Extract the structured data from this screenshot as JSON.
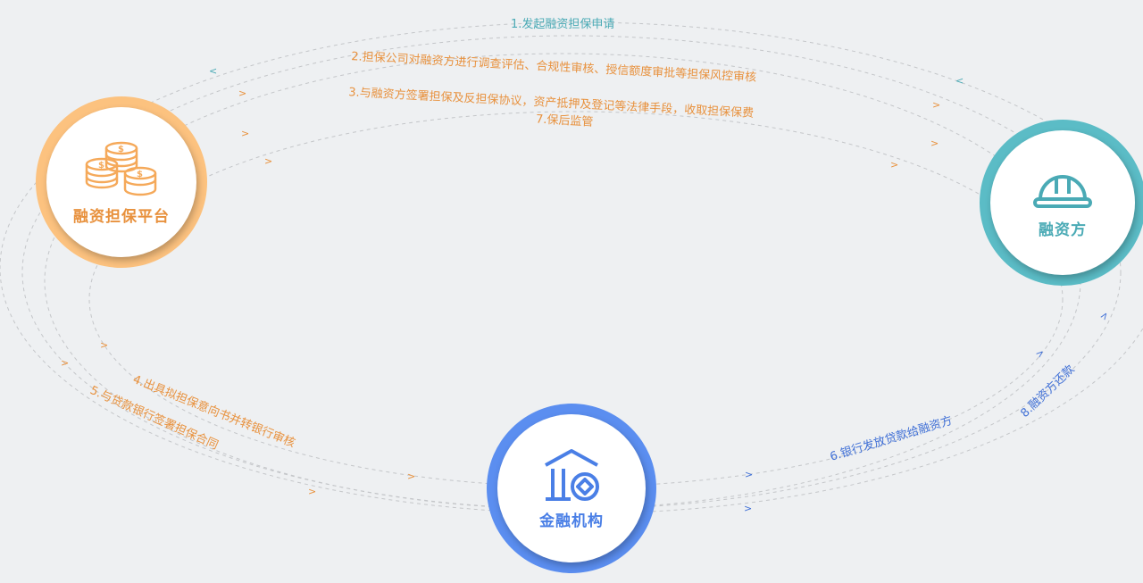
{
  "colors": {
    "orange": "#e8913d",
    "teal": "#4aaab5",
    "blue": "#3f6fd6",
    "dashed_line": "#c4c6c9"
  },
  "nodes": {
    "platform": {
      "label": "融资担保平台",
      "icon": "coins-icon"
    },
    "financier": {
      "label": "融资方",
      "icon": "hard-hat-icon"
    },
    "bank": {
      "label": "金融机构",
      "icon": "bank-icon"
    }
  },
  "steps": {
    "s1": "1.发起融资担保申请",
    "s2": "2.担保公司对融资方进行调查评估、合规性审核、授信额度审批等担保风控审核",
    "s3": "3.与融资方签署担保及反担保协议，资产抵押及登记等法律手段，收取担保保费",
    "s4": "4.出具拟担保意向书并转银行审核",
    "s5": "5.与贷款银行签署担保合同",
    "s6": "6.银行发放贷款给融资方",
    "s7": "7.保后监管",
    "s8": "8.融资方还款"
  }
}
